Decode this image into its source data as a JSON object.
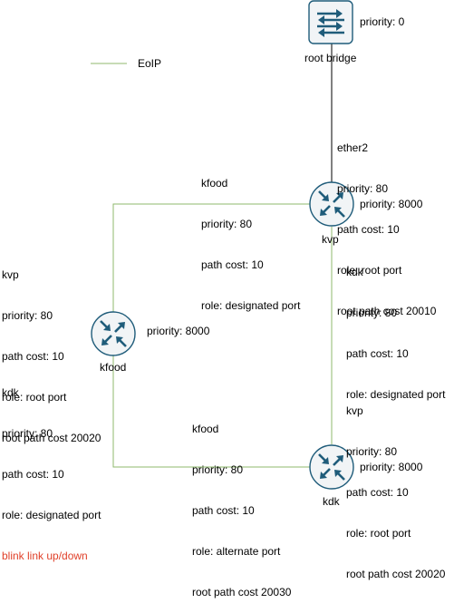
{
  "colors": {
    "eoip": "#8fba6d",
    "ether": "#000000",
    "router": "#f1f4f6",
    "icon": "#1f5c7a",
    "alert": "#e0412a"
  },
  "legend": {
    "label": "EoIP"
  },
  "nodes": {
    "root": {
      "caption": "root bridge",
      "priority": "priority: 0",
      "icon": "switch-icon"
    },
    "kvp": {
      "caption": "kvp",
      "priority": "priority: 8000",
      "icon": "router-icon"
    },
    "kfood": {
      "caption": "kfood",
      "priority": "priority: 8000",
      "icon": "router-icon"
    },
    "kdk": {
      "caption": "kdk",
      "priority": "priority: 8000",
      "icon": "router-icon"
    }
  },
  "ports": {
    "kvp_ether2": [
      "ether2",
      "priority: 80",
      "path cost: 10",
      "role: root port",
      "root path cost 20010"
    ],
    "kvp_kfood": [
      "kfood",
      "priority: 80",
      "path cost: 10",
      "role: designated port"
    ],
    "kvp_kdk": [
      "kdk",
      "priority: 80",
      "path cost: 10",
      "role: designated port"
    ],
    "kfood_kvp": [
      "kvp",
      "priority: 80",
      "path cost: 10",
      "role: root port",
      "root path cost 20020"
    ],
    "kfood_kdk": [
      "kdk",
      "priority: 80",
      "path cost: 10",
      "role: designated port"
    ],
    "kfood_kdk_note": "blink link up/down",
    "kdk_kvp": [
      "kvp",
      "priority: 80",
      "path cost: 10",
      "role: root port",
      "root path cost 20020"
    ],
    "kdk_kfood": [
      "kfood",
      "priority: 80",
      "path cost: 10",
      "role: alternate port",
      "root path cost 20030"
    ]
  }
}
